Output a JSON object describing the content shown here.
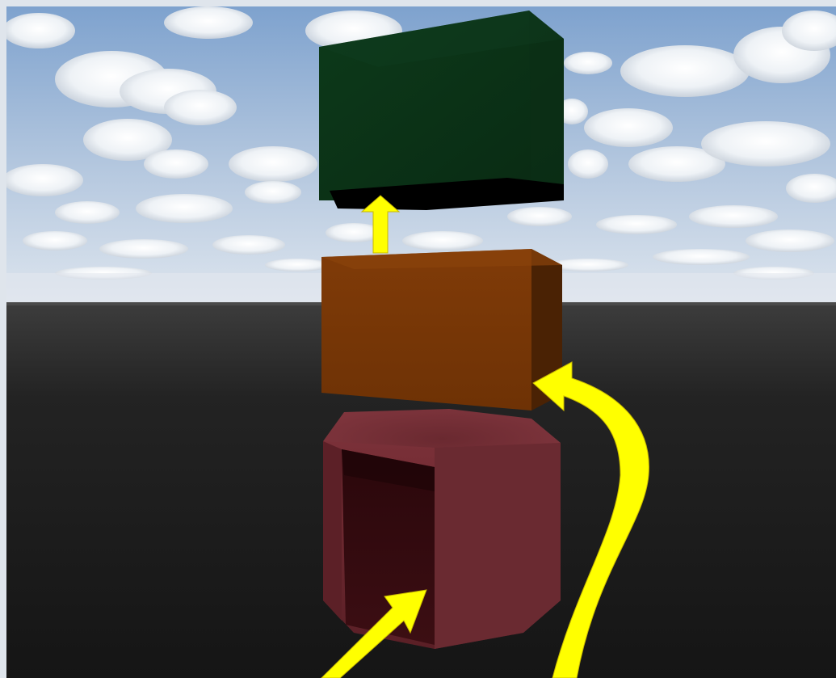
{
  "scene": {
    "description_items": [
      {
        "name": "green-block",
        "color": "#0f3a1c"
      },
      {
        "name": "orange-block",
        "color": "#7a3606"
      },
      {
        "name": "red-octagon-container",
        "color": "#6e2a31"
      }
    ],
    "colors": {
      "sky_top": "#7fa3cf",
      "sky_bottom": "#d6e0ec",
      "ground_top": "#3a3a3a",
      "ground_bottom": "#181818",
      "arrow": "#ffff00",
      "frame_border": "#dfe5ec"
    },
    "icons": {
      "small_up_arrow": "arrow-up-icon",
      "curved_arrow": "curved-arrow-icon",
      "diagonal_arrow": "diagonal-arrow-icon"
    }
  }
}
